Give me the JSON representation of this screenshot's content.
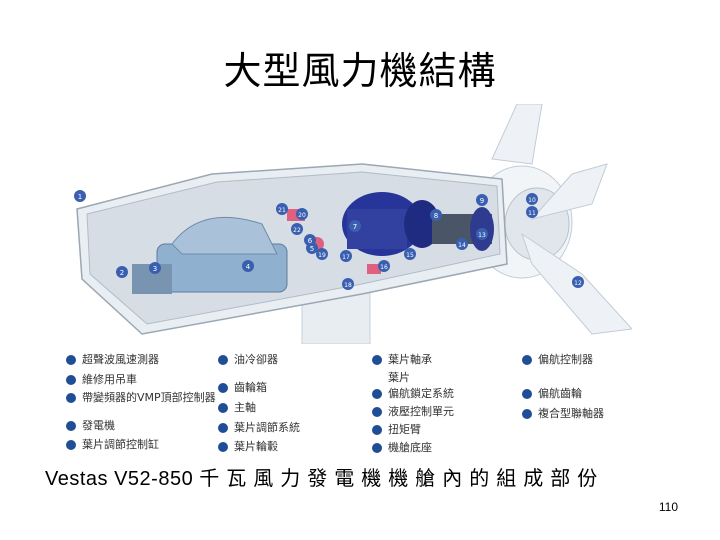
{
  "title": "大型風力機結構",
  "caption": {
    "latin": "Vestas V52-850",
    "cjk": "千瓦風力發電機機艙內的組成部份"
  },
  "page_number": "110",
  "diagram_labels": [
    "1",
    "2",
    "3",
    "4",
    "5",
    "6",
    "7",
    "8",
    "9",
    "10",
    "11",
    "12",
    "13",
    "14",
    "15",
    "16",
    "17",
    "18",
    "19",
    "20",
    "21",
    "22"
  ],
  "legend": [
    "超聲波風速測器",
    "維修用吊車",
    "帶變頻器的VMP頂部控制器",
    "發電機",
    "葉片調節控制缸",
    "油冷卻器",
    "齒輪箱",
    "主軸",
    "葉片調節系統",
    "葉片輪轂",
    "葉片軸承",
    "葉片",
    "偏航鎖定系統",
    "液壓控制單元",
    "扭矩臂",
    "機艙底座",
    "偏航控制器",
    "偏航齒輪",
    "複合型聯軸器"
  ],
  "colors": {
    "legend_marker": "#1f4e96",
    "marker": "#3a5fb0",
    "gearbox": "#27359a",
    "generator": "#8fb0cf",
    "pink_parts": "#e06080"
  }
}
